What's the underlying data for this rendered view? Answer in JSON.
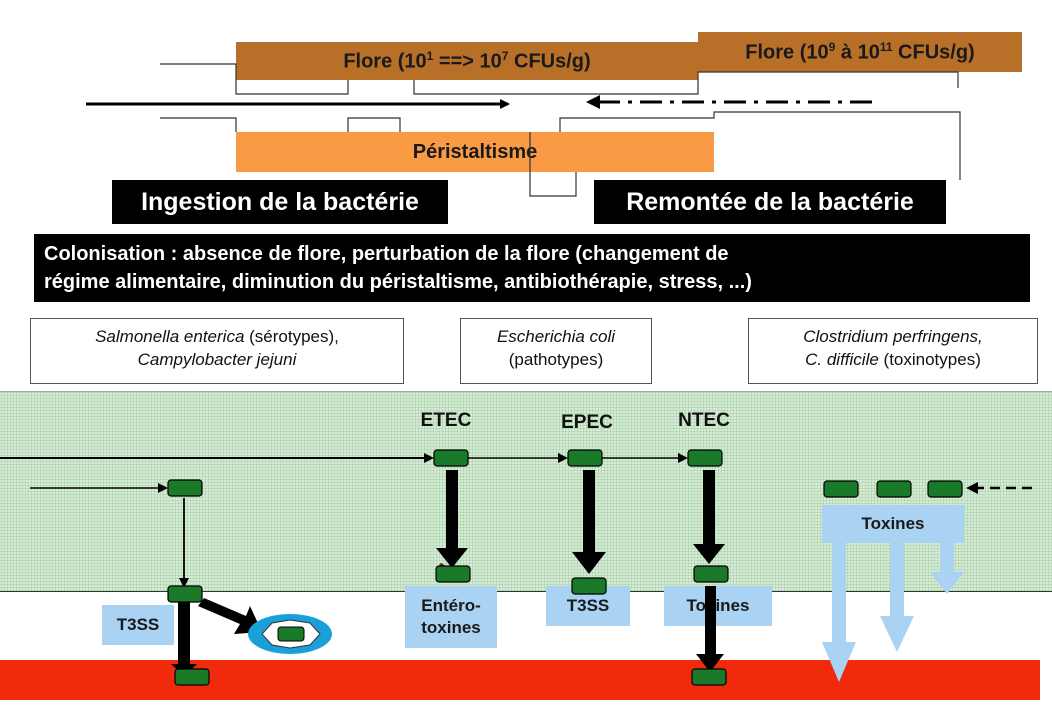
{
  "top": {
    "flore_left_prefix": "Flore (10",
    "flore_left_sup1": "1",
    "flore_left_mid": " ==> 10",
    "flore_left_sup2": "7",
    "flore_left_suffix": " CFUs/g)",
    "flore_right_prefix": "Flore (10",
    "flore_right_sup1": "9",
    "flore_right_mid": " à 10",
    "flore_right_sup2": "11",
    "flore_right_suffix": " CFUs/g)",
    "peristaltisme": "Péristaltisme",
    "ingestion": "Ingestion de la bactérie",
    "remontee": "Remontée de la bactérie",
    "colonisation_line1": "Colonisation : absence de flore, perturbation de la flore (changement de",
    "colonisation_line2": "régime alimentaire, diminution du péristaltisme, antibiothérapie, stress, ...)"
  },
  "organisms": {
    "box1_line1_italic": "Salmonella enterica",
    "box1_line1_rest": " (sérotypes),",
    "box1_line2_italic": "Campylobacter jejuni",
    "box2_line1_italic": "Escherichia coli",
    "box2_line2": "(pathotypes)",
    "box3_line1_italic": "Clostridium perfringens,",
    "box3_line2_italic": "C. difficile",
    "box3_line2_rest": " (toxinotypes)"
  },
  "strains": {
    "etec": "ETEC",
    "epec": "EPEC",
    "ntec": "NTEC"
  },
  "labels": {
    "t3ss_left": "T3SS",
    "enterotoxines_line1": "Entéro-",
    "enterotoxines_line2": "toxines",
    "t3ss_epec": "T3SS",
    "toxines_ntec": "Toxines",
    "toxines_clostridium": "Toxines"
  },
  "colors": {
    "flore_brown": "#b86f27",
    "peristaltisme_orange": "#f99a45",
    "epithelium_green": "#d9ecd9",
    "blood_red": "#f22a0c",
    "bacteria_green": "#1a7a2a",
    "toxin_blue": "#a9d2f3"
  }
}
